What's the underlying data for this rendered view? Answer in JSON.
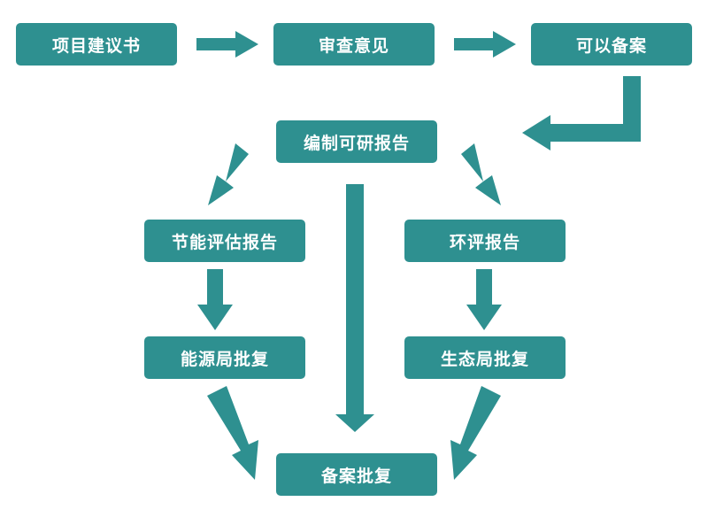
{
  "colors": {
    "box_fill": "#2e9090",
    "arrow_fill": "#2e9090",
    "text": "#ffffff",
    "background": "#ffffff"
  },
  "nodes": {
    "project_proposal": "项目建议书",
    "review_opinion": "审查意见",
    "approved_filing": "可以备案",
    "prepare_feasibility_report": "编制可研报告",
    "energy_assessment_report": "节能评估报告",
    "environmental_report": "环评报告",
    "energy_bureau_approval": "能源局批复",
    "ecology_bureau_approval": "生态局批复",
    "filing_approval": "备案批复"
  },
  "edges": [
    {
      "from": "project_proposal",
      "to": "review_opinion"
    },
    {
      "from": "review_opinion",
      "to": "approved_filing"
    },
    {
      "from": "approved_filing",
      "to": "prepare_feasibility_report"
    },
    {
      "from": "prepare_feasibility_report",
      "to": "energy_assessment_report"
    },
    {
      "from": "prepare_feasibility_report",
      "to": "environmental_report"
    },
    {
      "from": "prepare_feasibility_report",
      "to": "filing_approval"
    },
    {
      "from": "energy_assessment_report",
      "to": "energy_bureau_approval"
    },
    {
      "from": "environmental_report",
      "to": "ecology_bureau_approval"
    },
    {
      "from": "energy_bureau_approval",
      "to": "filing_approval"
    },
    {
      "from": "ecology_bureau_approval",
      "to": "filing_approval"
    }
  ]
}
